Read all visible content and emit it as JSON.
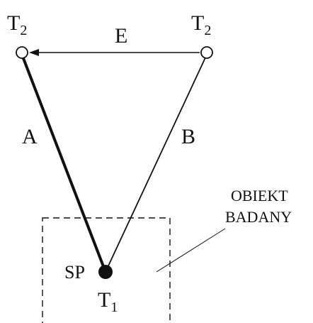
{
  "labels": {
    "node_top_left": "T",
    "node_top_left_sub": "2",
    "node_top_right": "T",
    "node_top_right_sub": "2",
    "node_bottom": "T",
    "node_bottom_sub": "1",
    "point_bottom": "SP",
    "edge_a": "A",
    "edge_b": "B",
    "edge_e": "E",
    "object_line1": "OBIEKT",
    "object_line2": "BADANY"
  },
  "colors": {
    "ink": "#111111",
    "background": "#ffffff"
  }
}
